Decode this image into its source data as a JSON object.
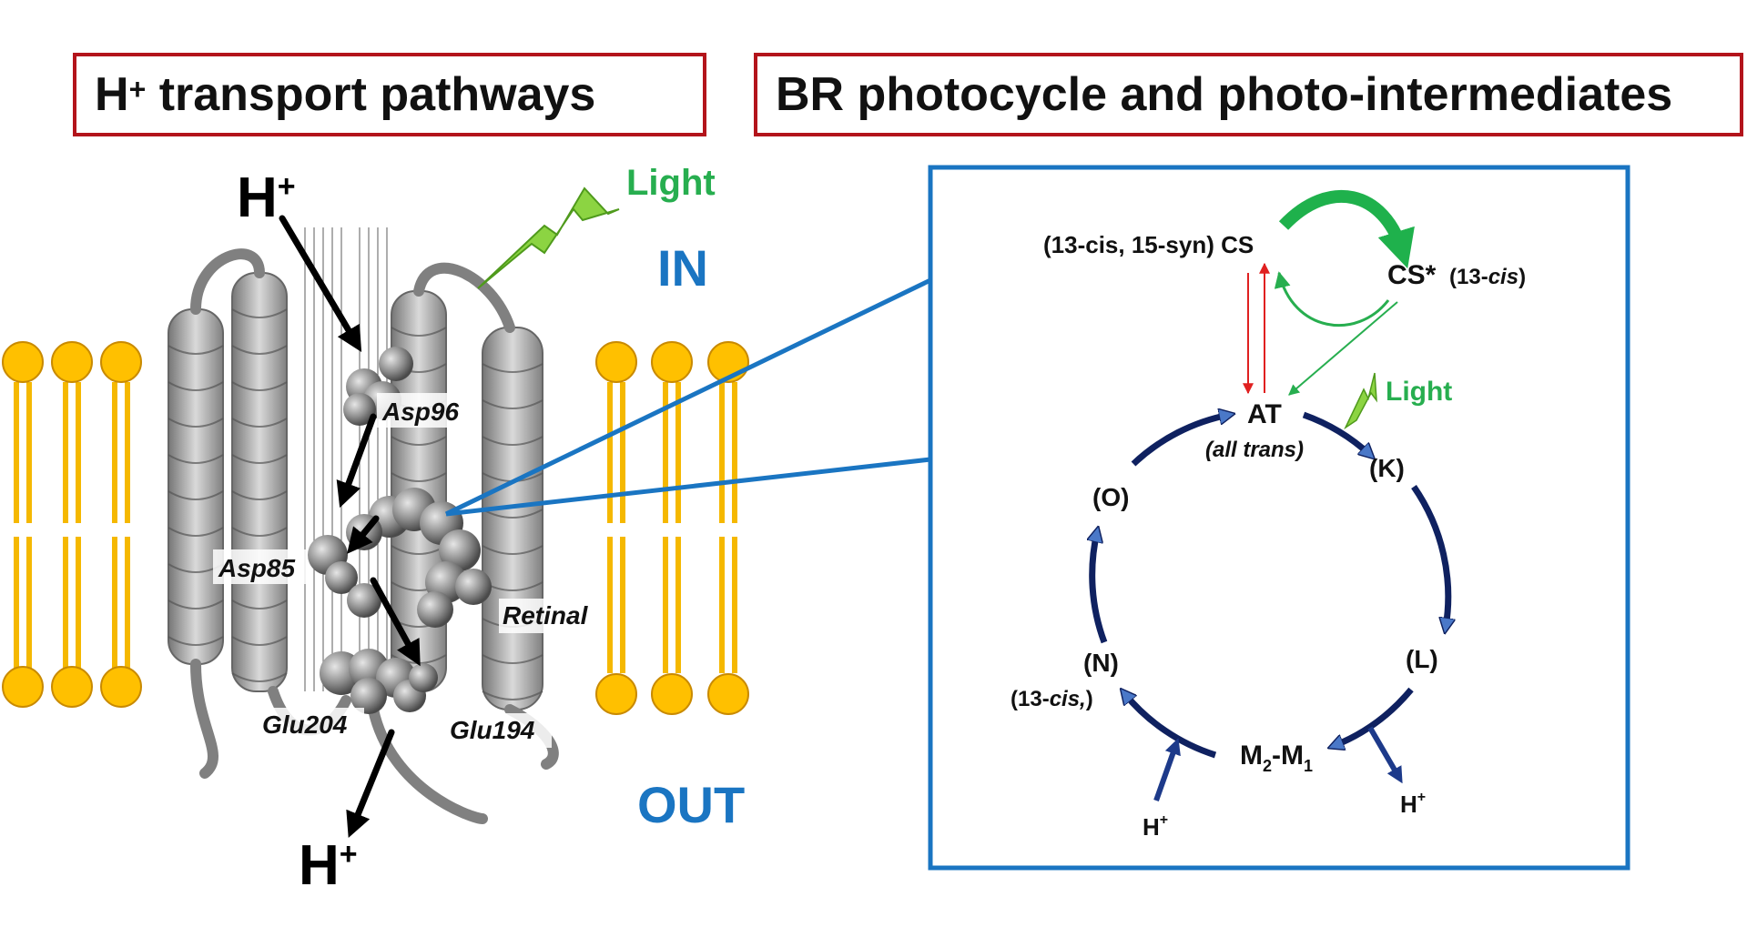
{
  "titles": {
    "left_prefix": "H",
    "left_sup": "+",
    "left_rest": " transport pathways",
    "right": "BR photocycle and photo-intermediates"
  },
  "left_panel": {
    "proton_top": "H",
    "proton_bottom": "H",
    "proton_sup": "+",
    "light": "Light",
    "side_in": "IN",
    "side_out": "OUT",
    "residues": {
      "asp96": "Asp96",
      "asp85": "Asp85",
      "retinal": "Retinal",
      "glu204": "Glu204",
      "glu194": "Glu194"
    }
  },
  "photocycle": {
    "cs_label": "(13-cis, 15-syn) CS",
    "cs_star": "CS*",
    "cs_star_note_open": "(13-",
    "cs_star_note_ital": "cis",
    "cs_star_note_close": ")",
    "at": "AT",
    "at_note": "(all trans)",
    "light": "Light",
    "k": "(K)",
    "l": "(L)",
    "m_main": "M",
    "m_sub1": "2",
    "m_dash": "-M",
    "m_sub2": "1",
    "n": "(N)",
    "n_note_open": "(13-",
    "n_note_ital": "cis,",
    "n_note_close": ")",
    "o": "(O)",
    "h_in": "H",
    "h_out": "H",
    "h_sup": "+"
  },
  "colors": {
    "title_border": "#b3141b",
    "panel_border": "#1a75c2",
    "cycle_arrow": "#0f2160",
    "cycle_arrowhead": "#3a67b8",
    "green": "#27ae4f",
    "red": "#e02020",
    "lipid_head": "#ffc000",
    "lipid_tail": "#f5b800",
    "protein": "#9a9a9a"
  }
}
